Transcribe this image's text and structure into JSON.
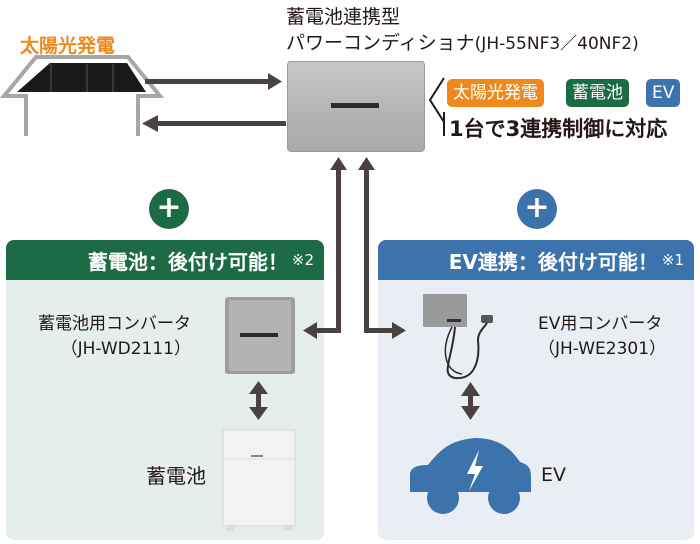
{
  "solar": {
    "title": "太陽光発電"
  },
  "power_conditioner": {
    "title_line1": "蓄電池連携型",
    "title_line2": "パワーコンディショナ",
    "model": "(JH-55NF3／40NF2)"
  },
  "badges": [
    {
      "label": "太陽光発電",
      "color": "#ee8a1d"
    },
    {
      "label": "蓄電池",
      "color": "#1d6b44"
    },
    {
      "label": "EV",
      "color": "#3d73ad"
    }
  ],
  "tagline": "1台で3連携制御に対応",
  "plus_symbol": "+",
  "battery_panel": {
    "header": "蓄電池：後付け可能！",
    "note": "※2",
    "converter_name": "蓄電池用コンバータ",
    "converter_model": "（JH-WD2111）",
    "battery_label": "蓄電池",
    "accent": "#1d6b44"
  },
  "ev_panel": {
    "header": "EV連携：後付け可能！",
    "note": "※1",
    "converter_name": "EV用コンバータ",
    "converter_model": "（JH-WE2301）",
    "ev_label": "EV",
    "accent": "#3d73ad"
  },
  "colors": {
    "arrow": "#4a4240",
    "solar_orange": "#ee8a1d"
  }
}
